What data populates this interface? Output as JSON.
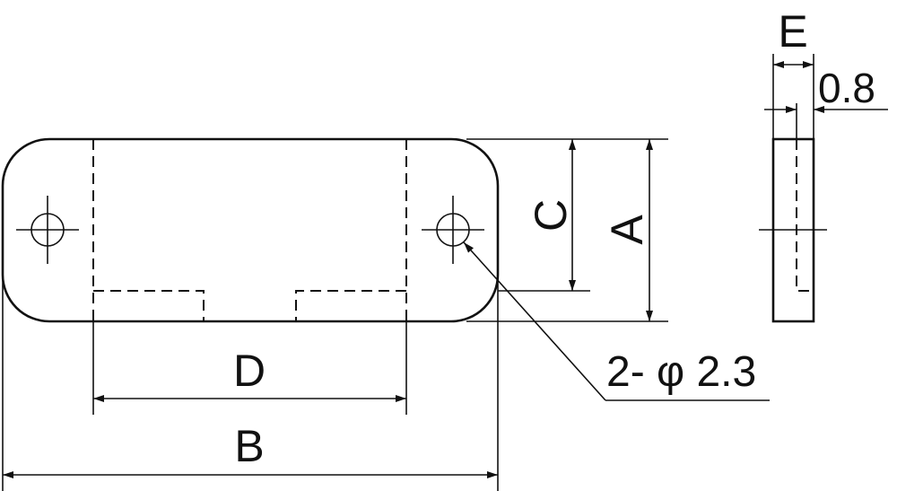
{
  "labels": {
    "a": "A",
    "b": "B",
    "c": "C",
    "d": "D",
    "e": "E",
    "thickness": "0.8",
    "hole": "2- φ 2.3"
  },
  "colors": {
    "ink": "#111111",
    "background": "#ffffff"
  }
}
